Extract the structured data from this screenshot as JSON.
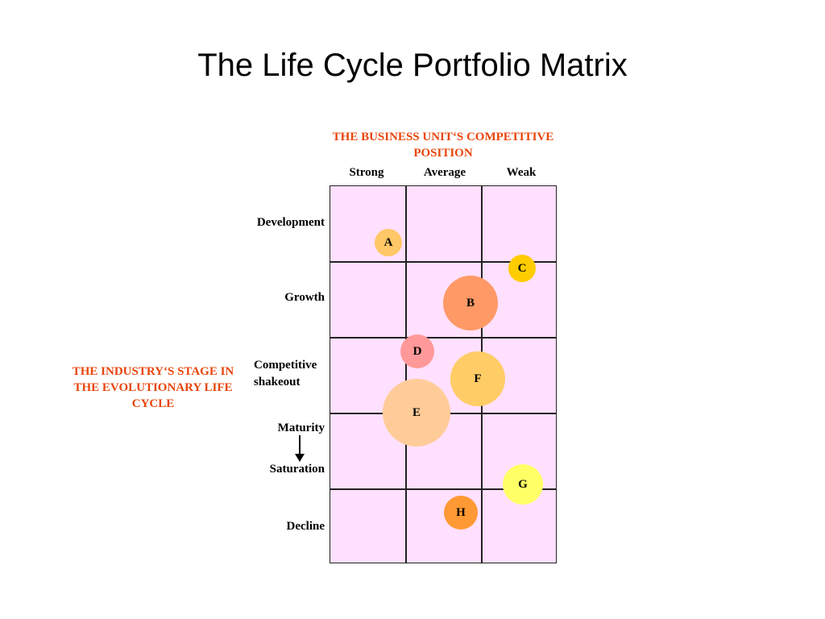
{
  "title": "The Life Cycle Portfolio Matrix",
  "column_heading": "THE BUSINESS UNIT‘S COMPETITIVE POSITION",
  "row_heading": "THE INDUSTRY‘S STAGE IN THE EVOLUTIONARY LIFE CYCLE",
  "columns": [
    "Strong",
    "Average",
    "Weak"
  ],
  "stages": {
    "development": "Development",
    "growth": "Growth",
    "shakeout_line1": "Competitive",
    "shakeout_line2": "shakeout",
    "maturity": "Maturity",
    "saturation": "Saturation",
    "decline": "Decline"
  },
  "business_units": [
    {
      "label": "A",
      "color": "#ffc766"
    },
    {
      "label": "B",
      "color": "#ff9966"
    },
    {
      "label": "C",
      "color": "#ffcc00"
    },
    {
      "label": "D",
      "color": "#ff9999"
    },
    {
      "label": "E",
      "color": "#ffcc99"
    },
    {
      "label": "F",
      "color": "#ffcc66"
    },
    {
      "label": "G",
      "color": "#ffff66"
    },
    {
      "label": "H",
      "color": "#ff9933"
    }
  ]
}
